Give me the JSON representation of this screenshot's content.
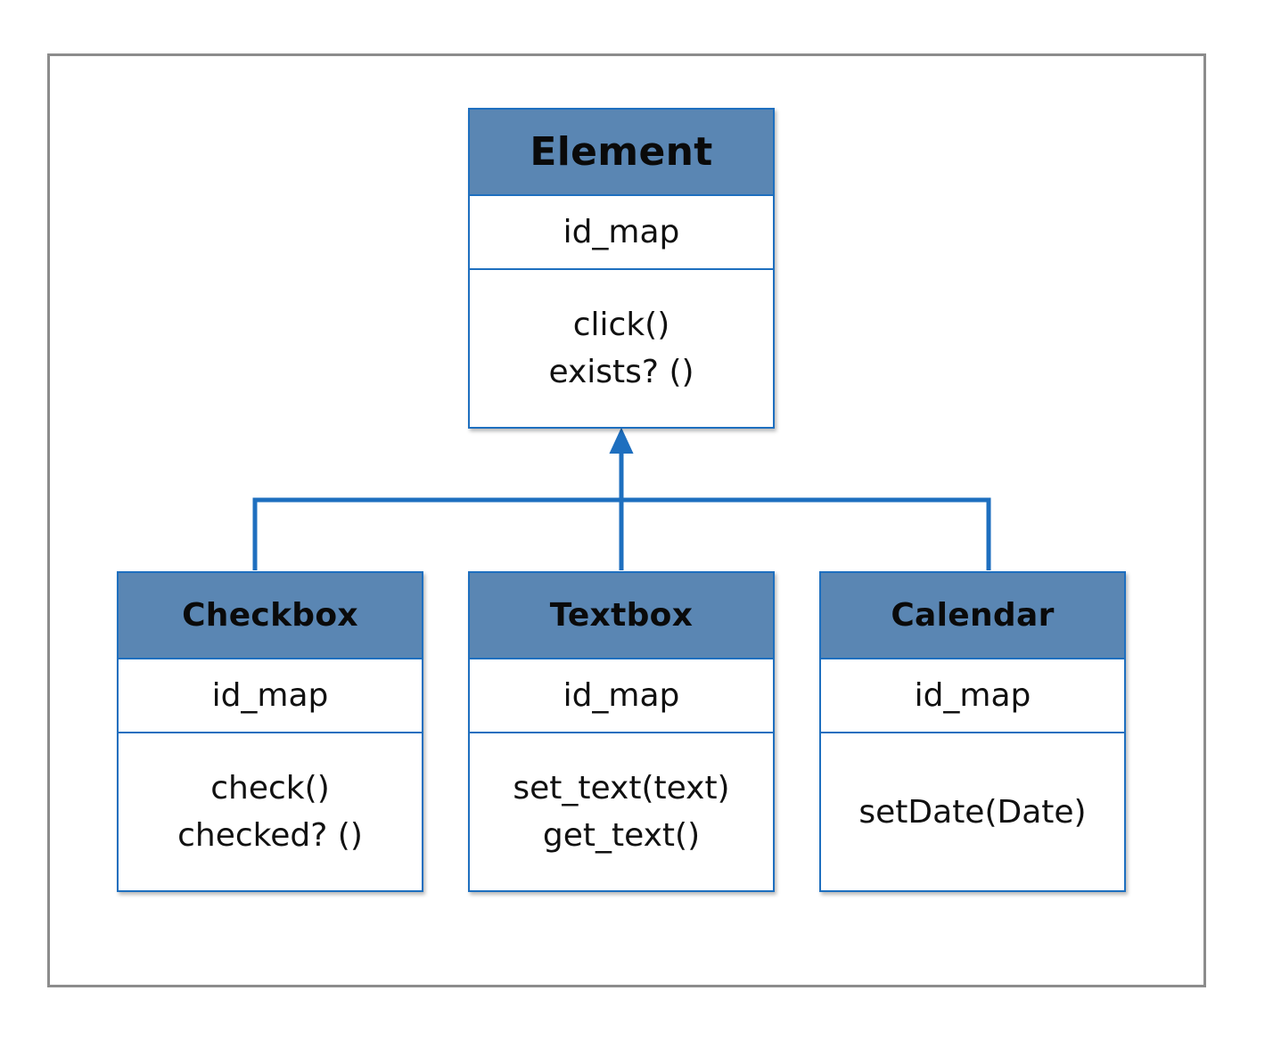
{
  "classes": {
    "element": {
      "name": "Element",
      "attributes": [
        "id_map"
      ],
      "methods": [
        "click()",
        "exists? ()"
      ]
    },
    "checkbox": {
      "name": "Checkbox",
      "attributes": [
        "id_map"
      ],
      "methods": [
        "check()",
        "checked? ()"
      ]
    },
    "textbox": {
      "name": "Textbox",
      "attributes": [
        "id_map"
      ],
      "methods": [
        "set_text(text)",
        "get_text()"
      ]
    },
    "calendar": {
      "name": "Calendar",
      "attributes": [
        "id_map"
      ],
      "methods": [
        "setDate(Date)"
      ]
    }
  },
  "relations": [
    {
      "type": "inheritance",
      "from": "Checkbox",
      "to": "Element"
    },
    {
      "type": "inheritance",
      "from": "Textbox",
      "to": "Element"
    },
    {
      "type": "inheritance",
      "from": "Calendar",
      "to": "Element"
    }
  ],
  "colors": {
    "header_fill": "#5a86b3",
    "border": "#1e6fbf",
    "frame": "#8c8c8c"
  }
}
